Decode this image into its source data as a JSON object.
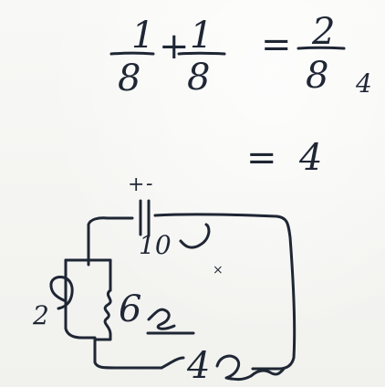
{
  "colors": {
    "ink": "#1f2634",
    "paper": "#f6f6f4"
  },
  "equation": {
    "fraction_1": {
      "numerator": "1",
      "denominator": "8"
    },
    "plus": "+",
    "fraction_2": {
      "numerator": "1",
      "denominator": "8"
    },
    "equals": "=",
    "fraction_3": {
      "numerator": "2",
      "denominator": "8",
      "annotation": "4"
    }
  },
  "result": {
    "equals": "=",
    "value": "4"
  },
  "circuit": {
    "capacitor": {
      "polarity_plus": "+",
      "polarity_minus": "-",
      "label": "10"
    },
    "resistor_left": {
      "label": "2"
    },
    "resistor_middle": {
      "label": "6"
    },
    "resistor_bottom": {
      "label": "4"
    },
    "mark": "×"
  }
}
